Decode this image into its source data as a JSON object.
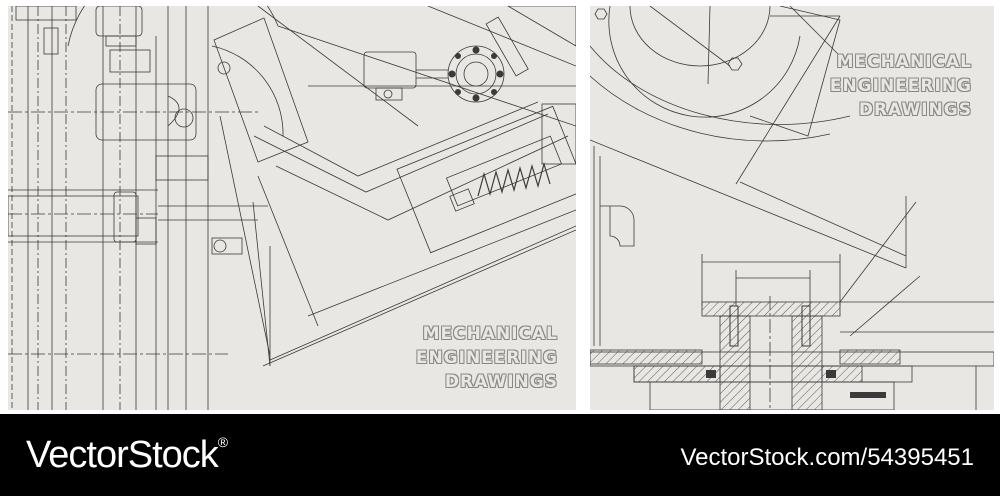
{
  "left_caption": {
    "line1": "MECHANICAL",
    "line2": "ENGINEERING",
    "line3": "DRAWINGS"
  },
  "right_caption": {
    "line1": "MECHANICAL",
    "line2": "ENGINEERING",
    "line3": "DRAWINGS"
  },
  "footer": {
    "brand": "VectorStock",
    "registered_mark": "®",
    "image_id": "VectorStock.com/54395451"
  },
  "colors": {
    "panel_background": "#e9e7e3",
    "line": "#3a3a3a",
    "footer_background": "#000000",
    "footer_text": "#ffffff"
  }
}
